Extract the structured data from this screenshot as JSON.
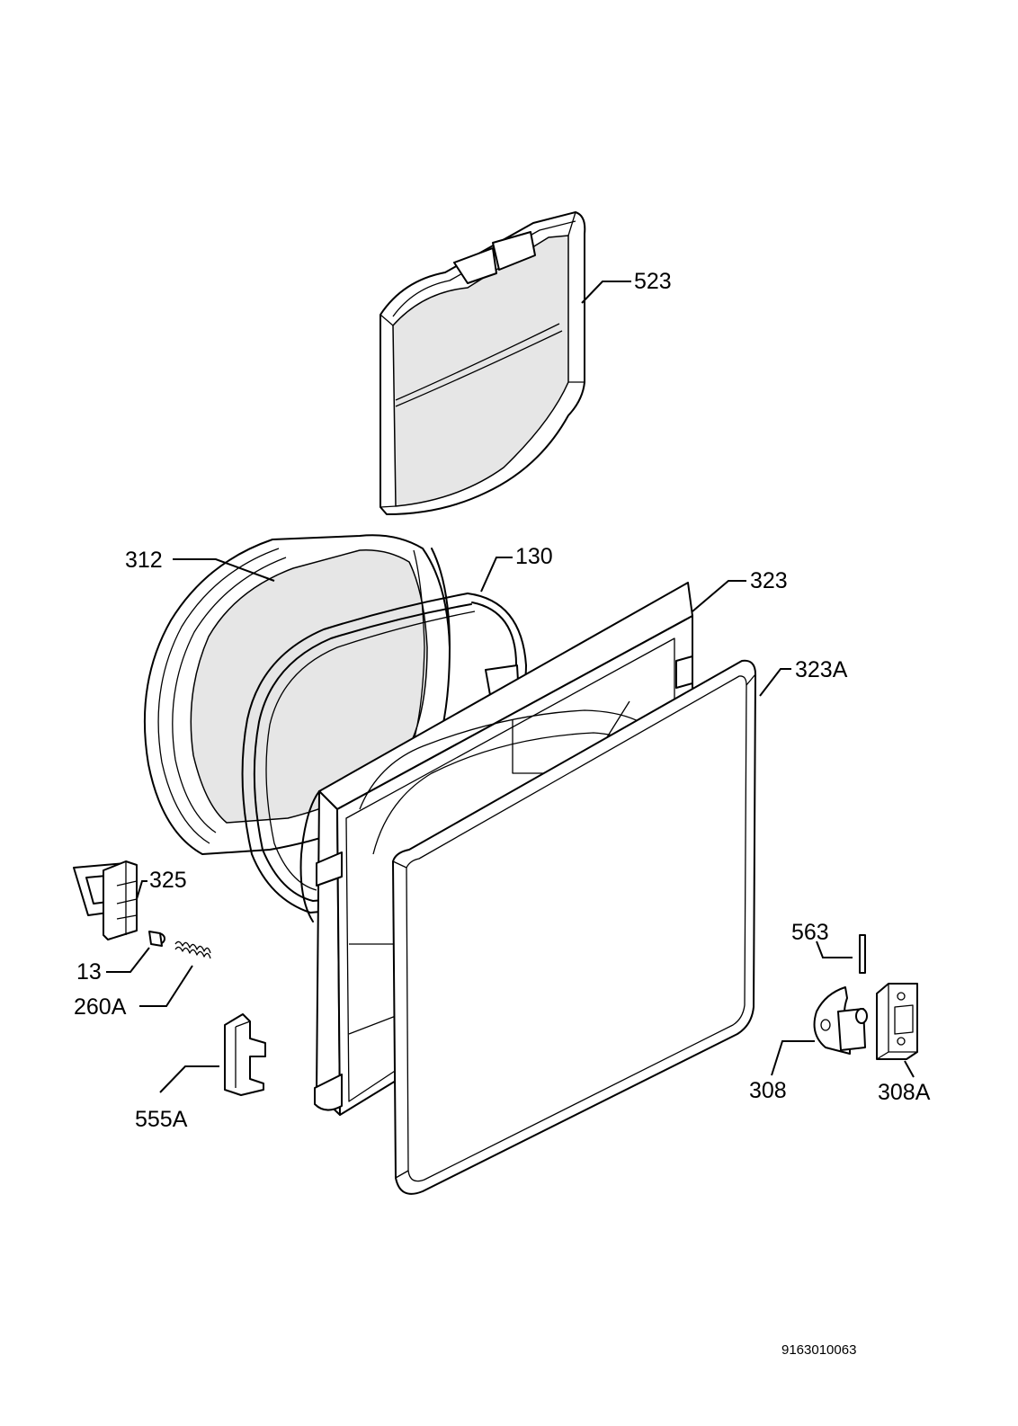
{
  "labels": {
    "p523": "523",
    "p312": "312",
    "p130": "130",
    "p323": "323",
    "p323a": "323A",
    "p325": "325",
    "p13": "13",
    "p260a": "260A",
    "p555a": "555A",
    "p563": "563",
    "p308": "308",
    "p308a": "308A"
  },
  "drawing_code": "9163010063"
}
